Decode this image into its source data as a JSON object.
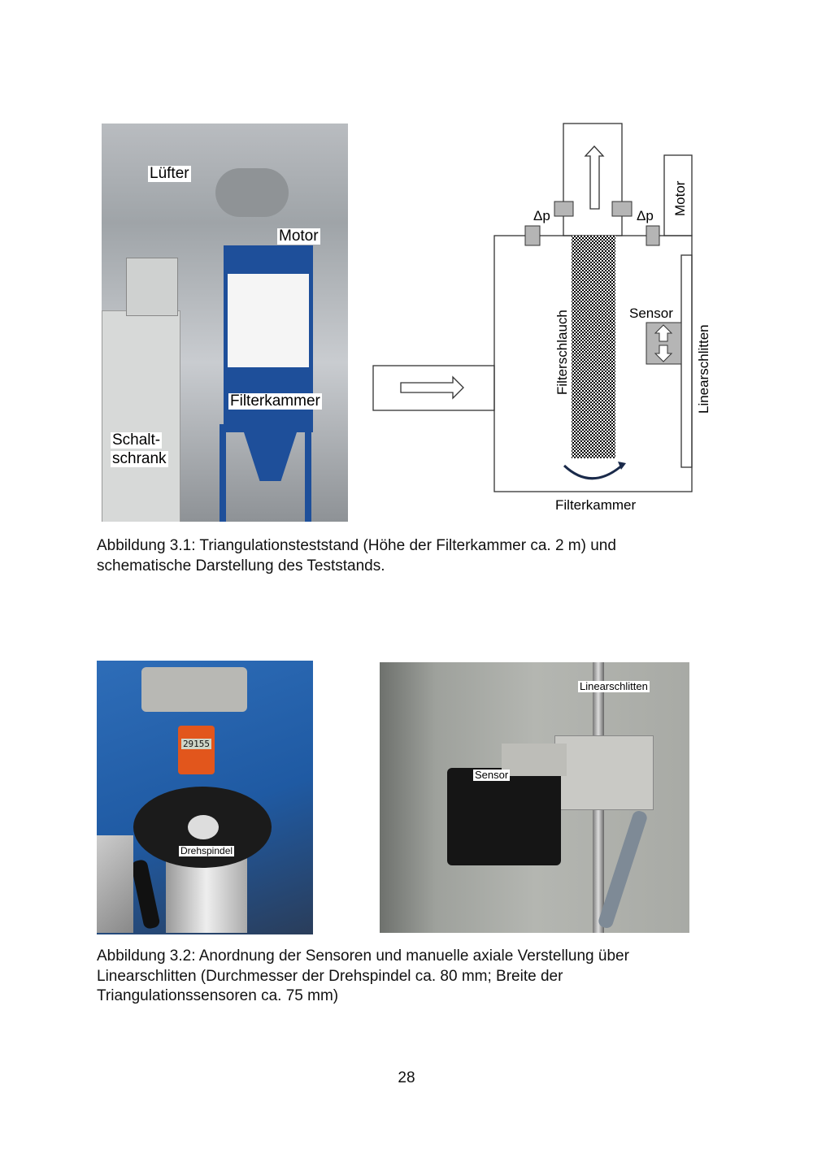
{
  "figure1": {
    "photo_labels": {
      "luefter": "Lüfter",
      "motor": "Motor",
      "filterkammer": "Filterkammer",
      "schaltschrank_1": "Schalt-",
      "schaltschrank_2": "schrank"
    },
    "schematic_labels": {
      "dp_left": "Δp",
      "dp_right": "Δp",
      "motor": "Motor",
      "filterschlauch": "Filterschlauch",
      "sensor": "Sensor",
      "linearschlitten": "Linearschlitten",
      "filterkammer": "Filterkammer"
    },
    "caption": "Abbildung 3.1: Triangulationsteststand (Höhe der Filterkammer ca. 2 m) und schematische Darstellung des Teststands."
  },
  "figure2": {
    "photo_left_labels": {
      "display": "29155",
      "drehspindel": "Drehspindel"
    },
    "photo_right_labels": {
      "linearschlitten": "Linearschlitten",
      "sensor": "Sensor"
    },
    "caption": "Abbildung 3.2: Anordnung der Sensoren und manuelle axiale Verstellung über Linearschlitten (Durchmesser der Drehspindel ca. 80 mm; Breite der Triangulationssensoren ca. 75 mm)"
  },
  "page_number": "28"
}
